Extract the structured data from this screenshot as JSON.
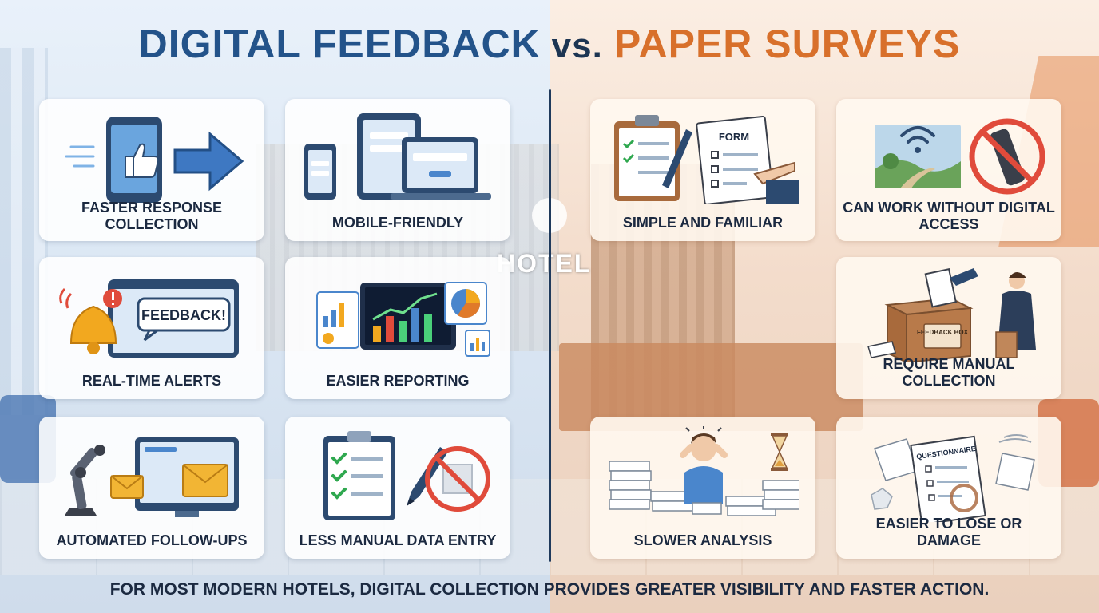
{
  "title": {
    "left": "DIGITAL FEEDBACK",
    "vs": "vs.",
    "right": "PAPER SURVEYS"
  },
  "background": {
    "hotel_sign": "HOTEL"
  },
  "digital": {
    "cards": [
      {
        "label": "FASTER RESPONSE COLLECTION",
        "icon": "thumbs-up-phone-icon"
      },
      {
        "label": "MOBILE-FRIENDLY",
        "icon": "multi-device-icon"
      },
      {
        "label": "REAL-TIME ALERTS",
        "icon": "bell-alert-icon",
        "bubble": "FEEDBACK!"
      },
      {
        "label": "EASIER REPORTING",
        "icon": "dashboard-chart-icon"
      },
      {
        "label": "AUTOMATED FOLLOW-UPS",
        "icon": "robot-email-icon"
      },
      {
        "label": "LESS MANUAL DATA ENTRY",
        "icon": "checklist-no-paper-icon"
      }
    ]
  },
  "paper": {
    "cards": [
      {
        "label": "SIMPLE AND FAMILIAR",
        "icon": "clipboard-form-icon",
        "form_text": "FORM"
      },
      {
        "label": "CAN WORK WITHOUT DIGITAL ACCESS",
        "icon": "no-device-icon"
      },
      {
        "label": "REQUIRE MANUAL COLLECTION",
        "icon": "feedback-box-icon",
        "box_text": "FEEDBACK BOX"
      },
      {
        "label": "SLOWER ANALYSIS",
        "icon": "paper-stack-hourglass-icon"
      },
      {
        "label": "EASIER TO LOSE OR DAMAGE",
        "icon": "damaged-paper-icon",
        "sheet_text": "QUESTIONNAIRE"
      }
    ]
  },
  "footer": "FOR MOST MODERN HOTELS, DIGITAL COLLECTION PROVIDES GREATER VISIBILITY AND FASTER ACTION.",
  "colors": {
    "digital_accent": "#23538a",
    "paper_accent": "#d8702b",
    "text_dark": "#1b2940"
  }
}
